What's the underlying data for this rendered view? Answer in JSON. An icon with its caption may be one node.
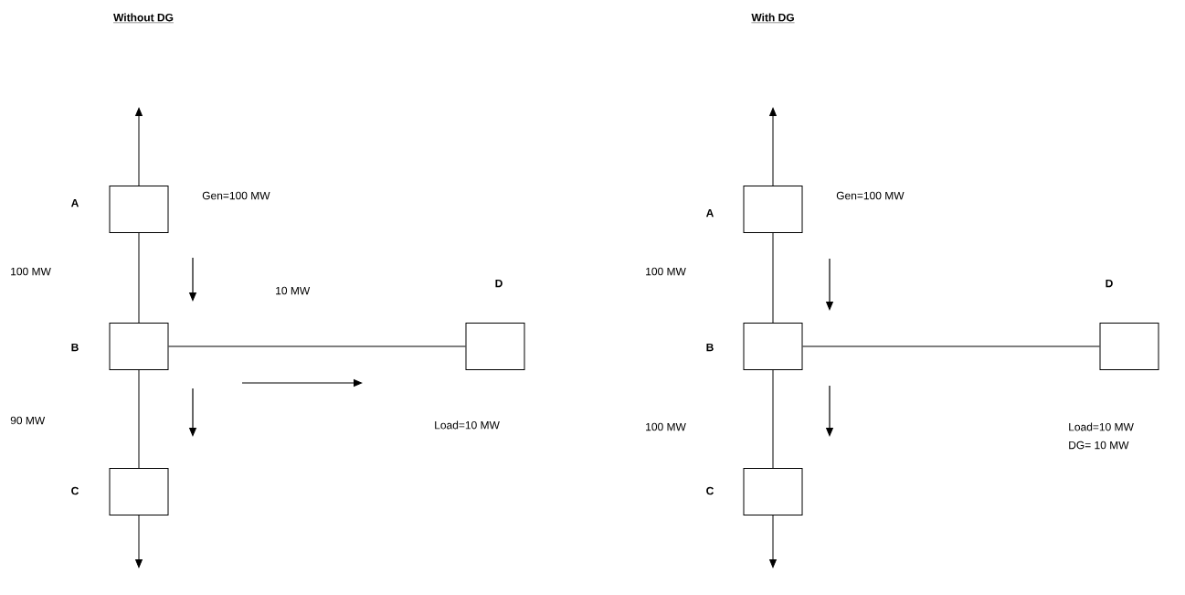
{
  "diagram": {
    "nodes": [
      {
        "text": [],
        "shape": "box",
        "beside": [
          "A",
          "Gen=100 MW"
        ]
      },
      {
        "text": [],
        "shape": "box",
        "beside": [
          "B"
        ]
      },
      {
        "text": [],
        "shape": "box",
        "beside": [
          "C"
        ]
      },
      {
        "text": [],
        "shape": "box",
        "beside": [
          "D"
        ]
      },
      {
        "text": [],
        "shape": "box",
        "beside": [
          "A",
          "Gen=100 MW"
        ]
      },
      {
        "text": [],
        "shape": "box",
        "beside": [
          "B"
        ]
      },
      {
        "text": [],
        "shape": "box",
        "beside": [
          "C"
        ]
      },
      {
        "text": [],
        "shape": "box",
        "beside": [
          "D"
        ]
      }
    ],
    "edges": [
      {
        "from": 0,
        "to": null,
        "arrow": "to"
      },
      {
        "from": 0,
        "to": 1,
        "arrow": "none"
      },
      {
        "from": 1,
        "to": 2,
        "arrow": "none"
      },
      {
        "from": 2,
        "to": null,
        "arrow": "to"
      },
      {
        "from": 1,
        "to": 3,
        "arrow": "none"
      },
      {
        "from": 4,
        "to": null,
        "arrow": "to"
      },
      {
        "from": 4,
        "to": 5,
        "arrow": "none"
      },
      {
        "from": 5,
        "to": 6,
        "arrow": "none"
      },
      {
        "from": 6,
        "to": null,
        "arrow": "to"
      },
      {
        "from": 5,
        "to": 7,
        "arrow": "none"
      }
    ],
    "labels": [
      "Without DG",
      "100 MW",
      "10 MW",
      "90 MW",
      "Load=10 MW",
      "With DG",
      "100 MW",
      "100 MW",
      "Load=10 MW",
      "DG= 10 MW"
    ]
  }
}
